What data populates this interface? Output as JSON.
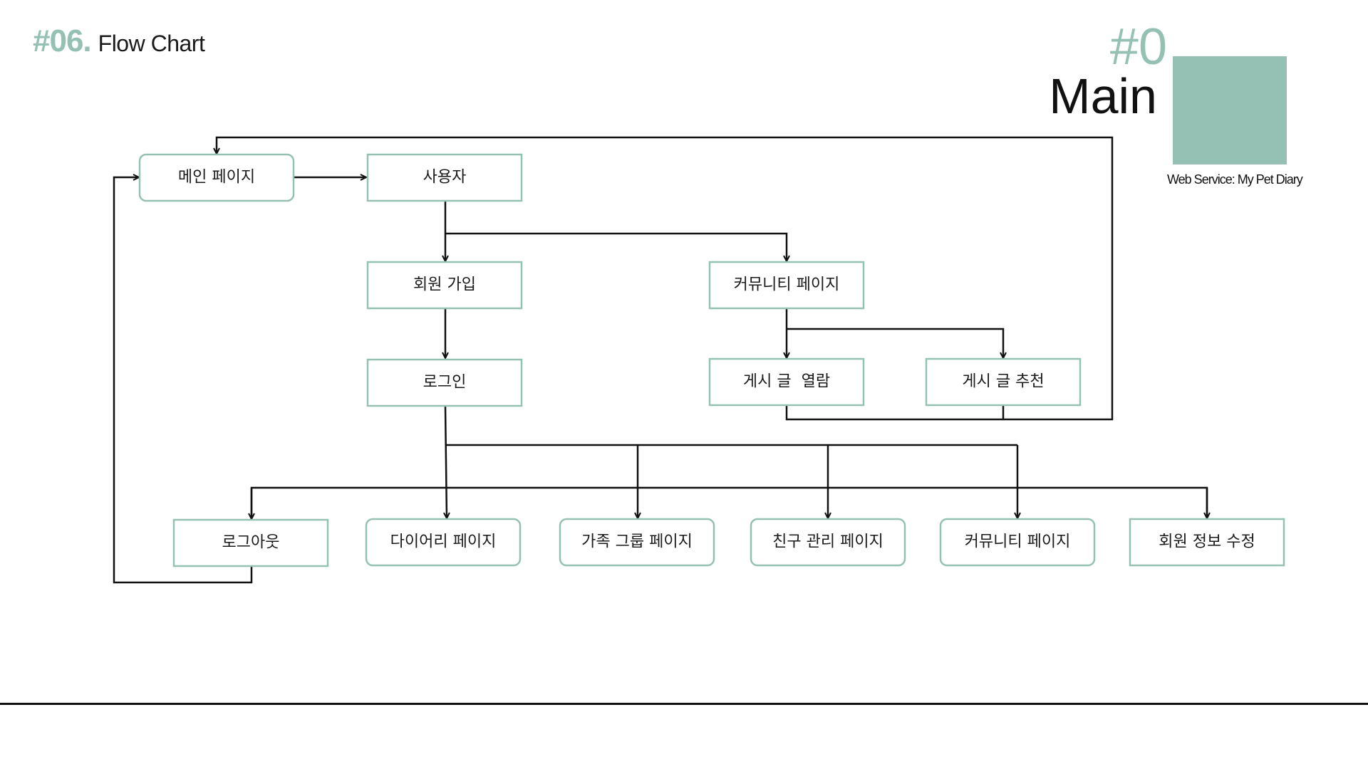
{
  "header": {
    "section_number": "#06.",
    "section_label": "Flow Chart",
    "page_number": "#0",
    "page_title": "Main",
    "service_caption": "Web Service: My Pet Diary",
    "accent_color": "#95c1b4"
  },
  "flowchart": {
    "nodes": {
      "main": "메인 페이지",
      "user": "사용자",
      "signup": "회원 가입",
      "community": "커뮤니티 페이지",
      "login": "로그인",
      "post_view": "게시 글  열람",
      "post_recommend": "게시 글 추천",
      "logout": "로그아웃",
      "diary": "다이어리 페이지",
      "family_group": "가족 그룹 페이지",
      "friends": "친구 관리 페이지",
      "community2": "커뮤니티 페이지",
      "profile_edit": "회원 정보 수정"
    },
    "edges": [
      [
        "main",
        "user"
      ],
      [
        "user",
        "signup"
      ],
      [
        "user",
        "community"
      ],
      [
        "signup",
        "login"
      ],
      [
        "community",
        "post_view"
      ],
      [
        "community",
        "post_recommend"
      ],
      [
        "post_view",
        "main"
      ],
      [
        "post_recommend",
        "main"
      ],
      [
        "login",
        "logout"
      ],
      [
        "login",
        "diary"
      ],
      [
        "login",
        "family_group"
      ],
      [
        "login",
        "friends"
      ],
      [
        "login",
        "community2"
      ],
      [
        "login",
        "profile_edit"
      ],
      [
        "logout",
        "main"
      ]
    ]
  }
}
